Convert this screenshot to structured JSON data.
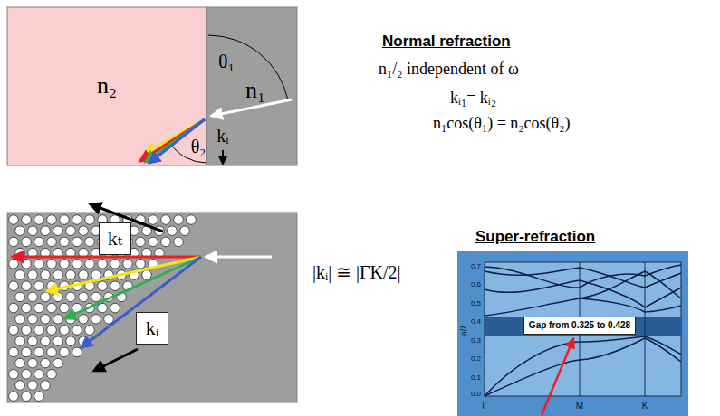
{
  "diagram": {
    "nodes": [
      {
        "text": [
          "kₜ"
        ]
      },
      {
        "text": [
          "kᵢ"
        ]
      },
      {
        "text": [
          "Gap from 0.325 to 0.428"
        ]
      }
    ],
    "labels": [
      "n₂",
      "θ₁",
      "n₁",
      "θ₂",
      "kᵢ",
      "Normal refraction",
      "n₁/₂ independent of ω",
      "kᵢ₁= kᵢ₂",
      "n₁cos(θ₁) = n₂cos(θ₂)",
      "|kᵢ| ≅ |ΓK/2|",
      "Super-refraction",
      "0.7",
      "0.6",
      "0.5",
      "0.4",
      "0.3",
      "0.2",
      "0.1",
      "0.0",
      "a/λ",
      "Γ",
      "M",
      "K"
    ]
  }
}
